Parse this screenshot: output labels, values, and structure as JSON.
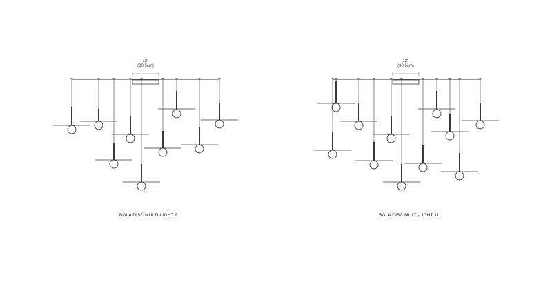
{
  "diagrams": [
    {
      "caption": "BOLA DISC MULTI-LIGHT 9",
      "dimension": {
        "inches": "12\"",
        "cm": "(30.5cm)"
      }
    },
    {
      "caption": "BOLA DISC MULTI-LIGHT 11",
      "dimension": {
        "inches": "12\"",
        "cm": "(30.5cm)"
      }
    }
  ],
  "colors": {
    "line": "#3a3a3a",
    "background": "#ffffff"
  }
}
